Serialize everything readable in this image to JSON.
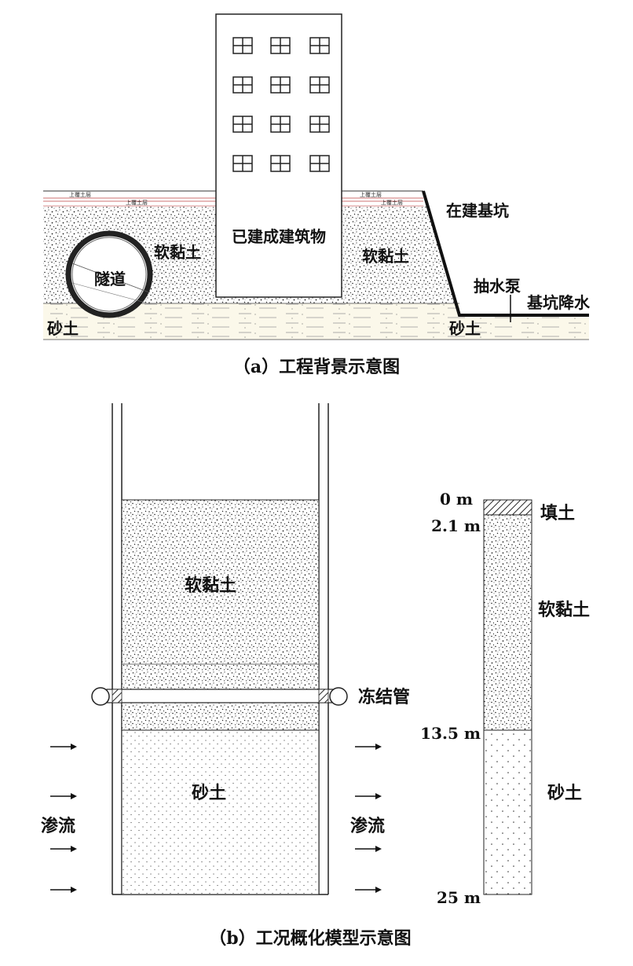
{
  "figure_a": {
    "caption": "（a）工程背景示意图",
    "building": "已建成建筑物",
    "soft_clay_left": "软黏土",
    "soft_clay_right": "软黏土",
    "tunnel": "隧道",
    "sand_left": "砂土",
    "sand_right": "砂土",
    "pit": "在建基坑",
    "pump": "抽水泵",
    "dewatering": "基坑降水",
    "strip_left_1": "上覆土层",
    "strip_left_2": "上覆土层",
    "strip_right_1": "上覆土层",
    "strip_right_2": "上覆土层"
  },
  "figure_b": {
    "caption": "（b）工况概化模型示意图",
    "soft_clay": "软黏土",
    "sand": "砂土",
    "freeze_pipe": "冻结管",
    "seepage_left": "渗流",
    "seepage_right": "渗流"
  },
  "column": {
    "depth_0": "0 m",
    "depth_1": "2.1 m",
    "depth_2": "13.5 m",
    "depth_3": "25 m",
    "fill_label": "填土",
    "clay_label": "软黏土",
    "sand_label": "砂土"
  }
}
